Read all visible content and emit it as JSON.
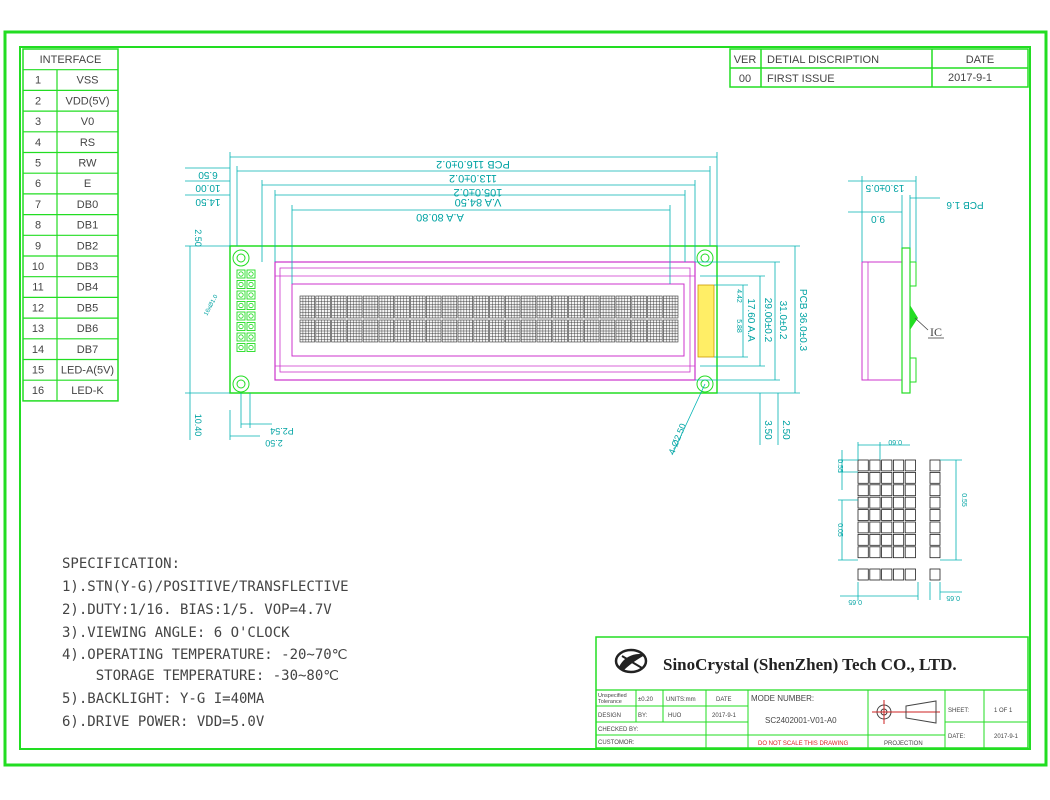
{
  "interface_table": {
    "header": "INTERFACE",
    "rows": [
      {
        "num": "1",
        "name": "VSS"
      },
      {
        "num": "2",
        "name": "VDD(5V)"
      },
      {
        "num": "3",
        "name": "V0"
      },
      {
        "num": "4",
        "name": "RS"
      },
      {
        "num": "5",
        "name": "RW"
      },
      {
        "num": "6",
        "name": "E"
      },
      {
        "num": "7",
        "name": "DB0"
      },
      {
        "num": "8",
        "name": "DB1"
      },
      {
        "num": "9",
        "name": "DB2"
      },
      {
        "num": "10",
        "name": "DB3"
      },
      {
        "num": "11",
        "name": "DB4"
      },
      {
        "num": "12",
        "name": "DB5"
      },
      {
        "num": "13",
        "name": "DB6"
      },
      {
        "num": "14",
        "name": "DB7"
      },
      {
        "num": "15",
        "name": "LED-A(5V)"
      },
      {
        "num": "16",
        "name": "LED-K"
      }
    ]
  },
  "revision_table": {
    "headers": {
      "ver": "VER",
      "desc": "DETIAL DISCRIPTION",
      "date": "DATE"
    },
    "row": {
      "ver": "00",
      "desc": "FIRST ISSUE",
      "date": "2017-9-1"
    }
  },
  "dimensions": {
    "top": [
      "PCB 116.0±0.2",
      "113.0±0.2",
      "105.0±0.2",
      "V.A 84.50",
      "A.A 80.80"
    ],
    "left_top": [
      "6.50",
      "10.00",
      "14.50"
    ],
    "right_vertical": [
      "17.60 A.A",
      "29.00±0.2",
      "31.0±0.2",
      "PCB 36.0±0.3"
    ],
    "right_small": [
      "4.42",
      "5.88"
    ],
    "bottom_left": [
      "P2.54",
      "2.50"
    ],
    "bottom_right": [
      "3.50",
      "2.50"
    ],
    "left_side": [
      "2.50",
      "10.40"
    ],
    "hole": "4-Ø2.50",
    "side_view": [
      "13.0±0.5",
      "PCB 1.6",
      "9.0"
    ],
    "ic_label": "IC",
    "dot_matrix": [
      "0.60",
      "0.55",
      "0.05",
      "0.65"
    ],
    "pin_label": "16xØ1.0"
  },
  "specification": {
    "title": "SPECIFICATION:",
    "lines": [
      "1).STN(Y-G)/POSITIVE/TRANSFLECTIVE",
      "2).DUTY:1/16. BIAS:1/5. VOP=4.7V",
      "3).VIEWING ANGLE: 6 O'CLOCK",
      "4).OPERATING TEMPERATURE: -20~70℃",
      "    STORAGE TEMPERATURE: -30~80℃",
      "5).BACKLIGHT: Y-G  I=40MA",
      "6).DRIVE POWER: VDD=5.0V"
    ]
  },
  "title_block": {
    "company": "SinoCrystal (ShenZhen) Tech CO., LTD.",
    "labels": {
      "unspecified": "Unspecified Tolerance",
      "tolerance": "±0.20",
      "units": "UNITS:mm",
      "date": "DATE",
      "model_number": "MODE NUMBER:",
      "design": "DESIGN",
      "by": "BY:",
      "checked": "CHECKED BY:",
      "customer": "CUSTOMOR:",
      "sheet": "SHEET:",
      "date2": "DATE:",
      "projection": "PROJECTION",
      "do_not_scale": "DO NOT SCALE THIS DRAWING"
    },
    "values": {
      "design_by": "HUO",
      "design_date": "2017-9-1",
      "model": "SC2402001-V01-A0",
      "sheet": "1  OF  1",
      "date": "2017-9-1"
    }
  },
  "colors": {
    "border": "#22dd22",
    "dimension": "#00b3b3",
    "lcd": "#cc33cc",
    "text": "#444444",
    "warning": "#dd2222"
  }
}
